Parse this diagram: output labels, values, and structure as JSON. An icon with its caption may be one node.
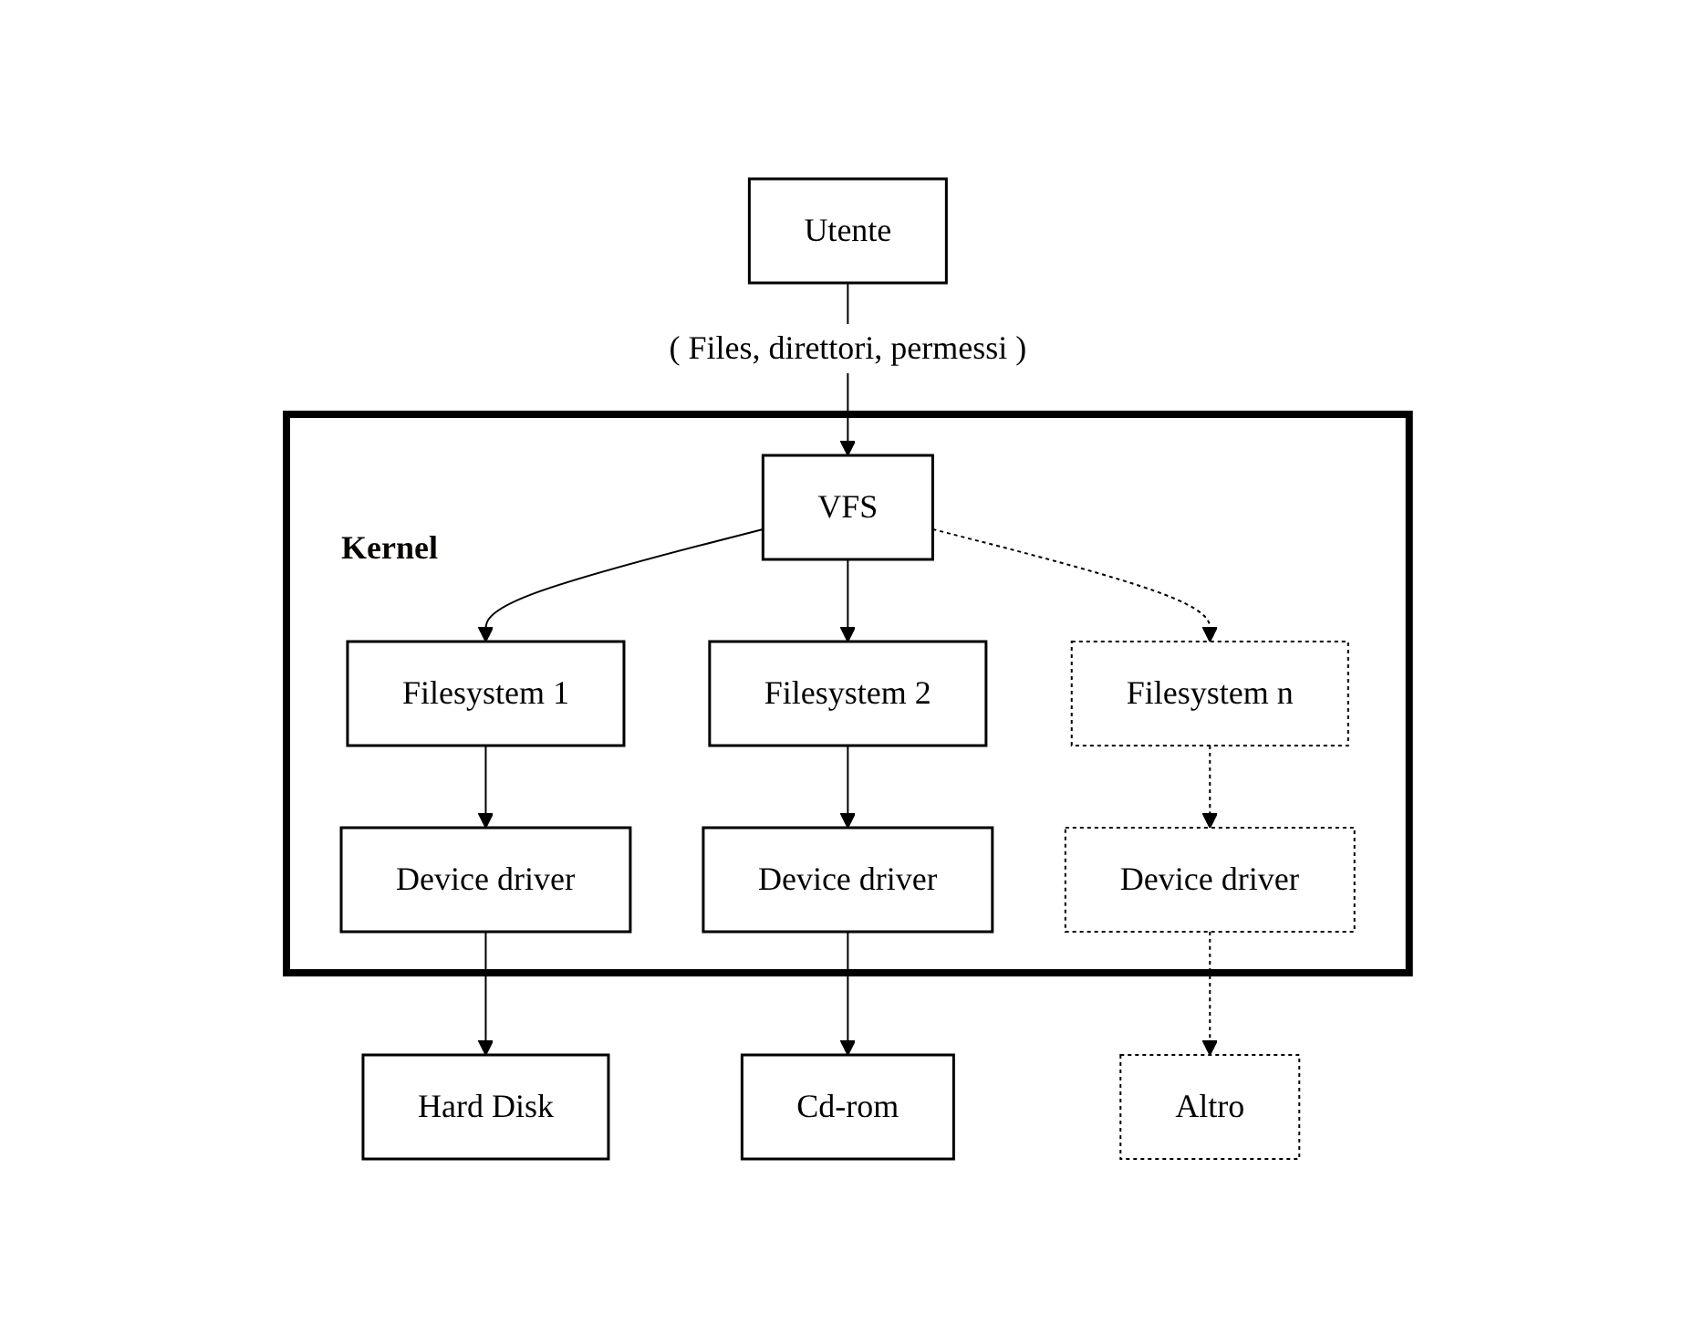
{
  "diagram": {
    "nodes": [
      {
        "text": [
          "Utente"
        ]
      },
      {
        "text": [
          "Kernel"
        ]
      },
      {
        "text": [
          "VFS"
        ],
        "in": 1
      },
      {
        "text": [
          "Filesystem 1"
        ],
        "in": 1
      },
      {
        "text": [
          "Filesystem 2"
        ],
        "in": 1
      },
      {
        "text": [
          "Filesystem n"
        ],
        "in": 1
      },
      {
        "text": [
          "Device driver"
        ],
        "in": 1
      },
      {
        "text": [
          "Device driver"
        ],
        "in": 1
      },
      {
        "text": [
          "Device driver"
        ],
        "in": 1
      },
      {
        "text": [
          "Hard Disk"
        ]
      },
      {
        "text": [
          "Cd-rom"
        ]
      },
      {
        "text": [
          "Altro"
        ]
      }
    ],
    "edges": [
      {
        "from": 0,
        "to": 2,
        "arrow": "to",
        "label": "( Files, direttori, permessi )"
      },
      {
        "from": 2,
        "to": 3,
        "arrow": "to"
      },
      {
        "from": 2,
        "to": 4,
        "arrow": "to"
      },
      {
        "from": 2,
        "to": 5,
        "arrow": "to",
        "style": "dashed"
      },
      {
        "from": 3,
        "to": 6,
        "arrow": "to"
      },
      {
        "from": 4,
        "to": 7,
        "arrow": "to"
      },
      {
        "from": 5,
        "to": 8,
        "arrow": "to",
        "style": "dashed"
      },
      {
        "from": 6,
        "to": 9,
        "arrow": "to"
      },
      {
        "from": 7,
        "to": 10,
        "arrow": "to"
      },
      {
        "from": 8,
        "to": 11,
        "arrow": "to",
        "style": "dashed"
      }
    ]
  }
}
